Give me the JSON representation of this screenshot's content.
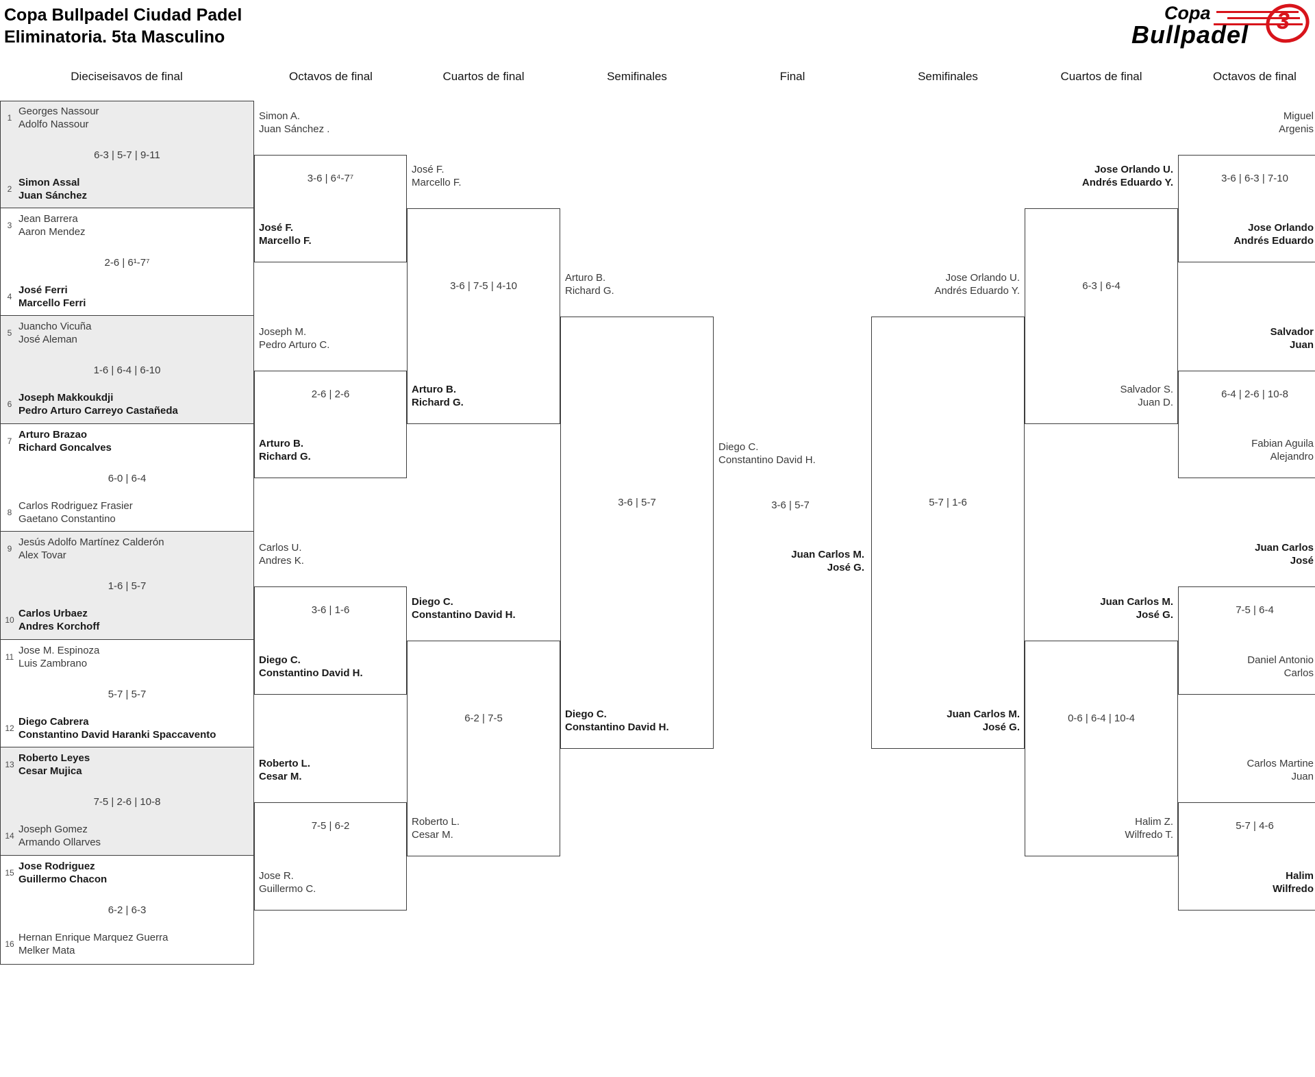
{
  "title": {
    "line1": "Copa Bullpadel Ciudad Padel",
    "line2": "Eliminatoria. 5ta Masculino"
  },
  "logo": {
    "word1": "Copa",
    "word2": "Bullpadel",
    "mark": "3",
    "red": "#d8141b"
  },
  "round_headers": [
    "Dieciseisavos de final",
    "Octavos de final",
    "Cuartos de final",
    "Semifinales",
    "Final",
    "Semifinales",
    "Cuartos de final",
    "Octavos de final"
  ],
  "bracket": {
    "r32": [
      {
        "seed_a": "1",
        "team_a": [
          "Georges Nassour",
          "Adolfo Nassour"
        ],
        "bold_a": false,
        "score": "6-3 | 5-7 | 9-11",
        "seed_b": "2",
        "team_b": [
          "Simon Assal",
          "Juan Sánchez"
        ],
        "bold_b": true
      },
      {
        "seed_a": "3",
        "team_a": [
          "Jean Barrera",
          "Aaron Mendez"
        ],
        "bold_a": false,
        "score": "2-6 | 6¹-7⁷",
        "seed_b": "4",
        "team_b": [
          "José Ferri",
          "Marcello Ferri"
        ],
        "bold_b": true
      },
      {
        "seed_a": "5",
        "team_a": [
          "Juancho Vicuña",
          "José Aleman"
        ],
        "bold_a": false,
        "score": "1-6 | 6-4 | 6-10",
        "seed_b": "6",
        "team_b": [
          "Joseph Makkoukdji",
          "Pedro Arturo Carreyo Castañeda"
        ],
        "bold_b": true
      },
      {
        "seed_a": "7",
        "team_a": [
          "Arturo Brazao",
          "Richard Goncalves"
        ],
        "bold_a": true,
        "score": "6-0 | 6-4",
        "seed_b": "8",
        "team_b": [
          "Carlos Rodriguez Frasier",
          "Gaetano Constantino"
        ],
        "bold_b": false
      },
      {
        "seed_a": "9",
        "team_a": [
          "Jesús Adolfo Martínez Calderón",
          "Alex Tovar"
        ],
        "bold_a": false,
        "score": "1-6 | 5-7",
        "seed_b": "10",
        "team_b": [
          "Carlos Urbaez",
          "Andres Korchoff"
        ],
        "bold_b": true
      },
      {
        "seed_a": "11",
        "team_a": [
          "Jose M. Espinoza",
          "Luis Zambrano"
        ],
        "bold_a": false,
        "score": "5-7 | 5-7",
        "seed_b": "12",
        "team_b": [
          "Diego Cabrera",
          "Constantino David Haranki Spaccavento"
        ],
        "bold_b": true
      },
      {
        "seed_a": "13",
        "team_a": [
          "Roberto Leyes",
          "Cesar Mujica"
        ],
        "bold_a": true,
        "score": "7-5 | 2-6 | 10-8",
        "seed_b": "14",
        "team_b": [
          "Joseph Gomez",
          "Armando Ollarves"
        ],
        "bold_b": false
      },
      {
        "seed_a": "15",
        "team_a": [
          "Jose Rodriguez",
          "Guillermo Chacon"
        ],
        "bold_a": true,
        "score": "6-2 | 6-3",
        "seed_b": "16",
        "team_b": [
          "Hernan Enrique Marquez Guerra",
          "Melker Mata"
        ],
        "bold_b": false
      }
    ],
    "r16_left": [
      {
        "team_a": [
          "Simon A.",
          "Juan Sánchez ."
        ],
        "bold_a": false,
        "score": "3-6 | 6⁴-7⁷",
        "team_b": [
          "José F.",
          "Marcello F."
        ],
        "bold_b": true
      },
      {
        "team_a": [
          "Joseph M.",
          "Pedro Arturo C."
        ],
        "bold_a": false,
        "score": "2-6 | 2-6",
        "team_b": [
          "Arturo B.",
          "Richard G."
        ],
        "bold_b": true
      },
      {
        "team_a": [
          "Carlos U.",
          "Andres K."
        ],
        "bold_a": false,
        "score": "3-6 | 1-6",
        "team_b": [
          "Diego C.",
          "Constantino David H."
        ],
        "bold_b": true
      },
      {
        "team_a": [
          "Roberto L.",
          "Cesar M."
        ],
        "bold_a": true,
        "score": "7-5 | 6-2",
        "team_b": [
          "Jose R.",
          "Guillermo C."
        ],
        "bold_b": false
      }
    ],
    "qf_left": [
      {
        "team_a": [
          "José F.",
          "Marcello F."
        ],
        "bold_a": false,
        "score": "3-6 | 7-5 | 4-10",
        "team_b": [
          "Arturo B.",
          "Richard G."
        ],
        "bold_b": true
      },
      {
        "team_a": [
          "Diego C.",
          "Constantino David H."
        ],
        "bold_a": true,
        "score": "6-2 | 7-5",
        "team_b": [
          "Roberto L.",
          "Cesar M."
        ],
        "bold_b": false
      }
    ],
    "sf_left": {
      "team_a": [
        "Arturo B.",
        "Richard G."
      ],
      "bold_a": false,
      "score": "3-6 | 5-7",
      "team_b": [
        "Diego C.",
        "Constantino David H."
      ],
      "bold_b": true
    },
    "final": {
      "team_a": [
        "Diego C.",
        "Constantino David H."
      ],
      "bold_a": false,
      "score": "3-6 | 5-7",
      "team_b": [
        "Juan Carlos M.",
        "José G."
      ],
      "bold_b": true
    },
    "sf_right": {
      "team_a": [
        "Jose Orlando U.",
        "Andrés Eduardo Y."
      ],
      "bold_a": false,
      "score": "5-7 | 1-6",
      "team_b": [
        "Juan Carlos M.",
        "José G."
      ],
      "bold_b": true
    },
    "qf_right": [
      {
        "team_a": [
          "Jose Orlando U.",
          "Andrés Eduardo Y."
        ],
        "bold_a": true,
        "score": "6-3 | 6-4",
        "team_b": [
          "Salvador S.",
          "Juan D."
        ],
        "bold_b": false
      },
      {
        "team_a": [
          "Juan Carlos M.",
          "José G."
        ],
        "bold_a": true,
        "score": "0-6 | 6-4 | 10-4",
        "team_b": [
          "Halim Z.",
          "Wilfredo T."
        ],
        "bold_b": false
      }
    ],
    "r16_right": [
      {
        "team_a": [
          "Miguel",
          "Argenis"
        ],
        "bold_a": false,
        "score": "3-6 | 6-3 | 7-10",
        "team_b": [
          "Jose Orlando",
          "Andrés Eduardo"
        ],
        "bold_b": true
      },
      {
        "team_a": [
          "Salvador",
          "Juan"
        ],
        "bold_a": true,
        "score": "6-4 | 2-6 | 10-8",
        "team_b": [
          "Fabian Aguila",
          "Alejandro"
        ],
        "bold_b": false
      },
      {
        "team_a": [
          "Juan Carlos",
          "José"
        ],
        "bold_a": true,
        "score": "7-5 | 6-4",
        "team_b": [
          "Daniel Antonio",
          "Carlos"
        ],
        "bold_b": false
      },
      {
        "team_a": [
          "Carlos Martine",
          "Juan"
        ],
        "bold_a": false,
        "score": "5-7 | 4-6",
        "team_b": [
          "Halim",
          "Wilfredo"
        ],
        "bold_b": true
      }
    ]
  }
}
